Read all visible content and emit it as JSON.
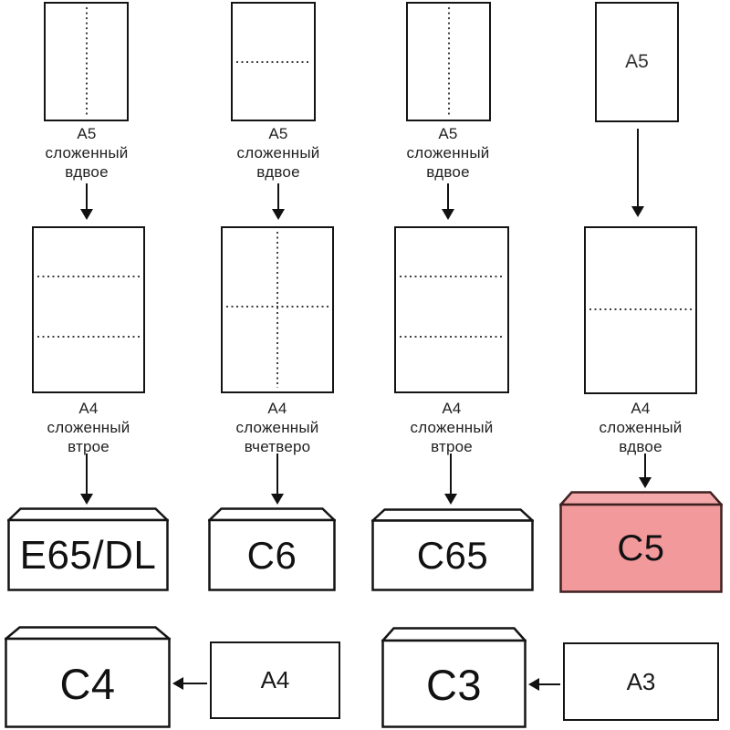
{
  "colors": {
    "outline": "#141414",
    "fold_line": "#3f3f3f",
    "arrow": "#111111",
    "envelope_fill": "#ffffff",
    "c5_body_fill": "#f2999c",
    "c5_flap_fill": "#f5a8aa",
    "c5_outline": "#3e2020"
  },
  "columns": [
    {
      "a5_fold_line": "vertical-dashed",
      "a5_caption_lines": [
        "А5",
        "сложенный",
        "вдвое"
      ],
      "a4_fold_lines": "two-horizontal-dashed",
      "a4_caption_lines": [
        "А4",
        "сложенный",
        "втрое"
      ],
      "envelope_label": "E65/DL"
    },
    {
      "a5_fold_line": "horizontal-dashed",
      "a5_caption_lines": [
        "А5",
        "сложенный",
        "вдвое"
      ],
      "a4_fold_lines": "cross-dashed",
      "a4_caption_lines": [
        "А4",
        "сложенный",
        "вчетверо"
      ],
      "envelope_label": "C6"
    },
    {
      "a5_fold_line": "vertical-dashed",
      "a5_caption_lines": [
        "А5",
        "сложенный",
        "вдвое"
      ],
      "a4_fold_lines": "two-horizontal-dashed",
      "a4_caption_lines": [
        "А4",
        "сложенный",
        "втрое"
      ],
      "envelope_label": "C65"
    },
    {
      "a5_inner_label": "А5",
      "a4_fold_lines": "one-horizontal-dashed",
      "a4_caption_lines": [
        "А4",
        "сложенный",
        "вдвое"
      ],
      "envelope_label": "C5",
      "highlighted": true
    }
  ],
  "bottom_row": {
    "left": {
      "envelope_label": "C4",
      "sheet_label": "А4"
    },
    "right": {
      "envelope_label": "C3",
      "sheet_label": "А3"
    }
  }
}
